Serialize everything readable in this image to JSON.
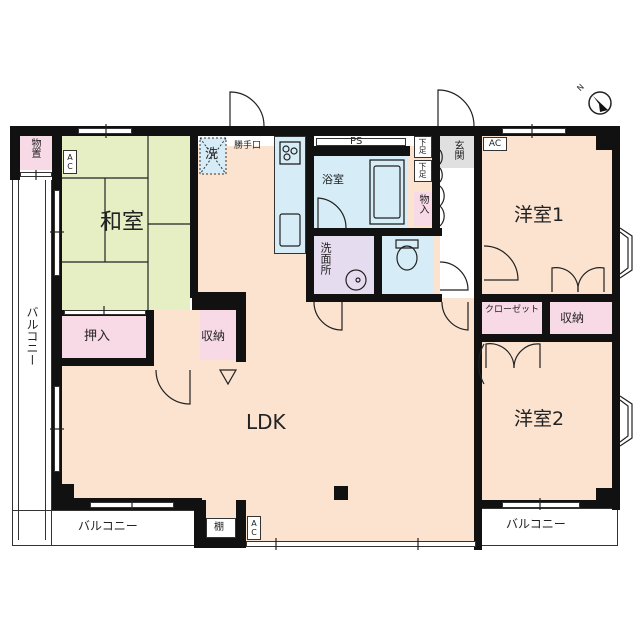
{
  "plan": {
    "rooms": {
      "washitsu": "和室",
      "ldk": "LDK",
      "yoshitsu1": "洋室1",
      "yoshitsu2": "洋室2",
      "yokushitsu": "浴室",
      "senmenjo": "洗面所",
      "oshiire": "押入",
      "shuno_ldk": "収納",
      "shuno_room1": "収納",
      "closet": "クローゼット",
      "genkan": "玄関",
      "monooki": "物置",
      "monoire": "物入",
      "getabako_1": "下足",
      "getabako_2": "下足",
      "tana": "棚",
      "ps": "PS",
      "katteguchi": "勝手口",
      "washer": "洗"
    },
    "balconies": {
      "west": "バルコニー",
      "south_left": "バルコニー",
      "south_right": "バルコニー"
    },
    "ac_labels": {
      "washitsu": "AC",
      "ldk": "AC",
      "yoshitsu1": "AC"
    },
    "compass": {
      "label": "N"
    },
    "colors": {
      "wall": "#111111",
      "ldk": "#fbe3d0",
      "washitsu": "#e6efc4",
      "wet": "#d6ecf7",
      "senmenjo": "#e5dcef",
      "storage": "#f8d9e6",
      "genkan": "#e0e0e0"
    }
  }
}
